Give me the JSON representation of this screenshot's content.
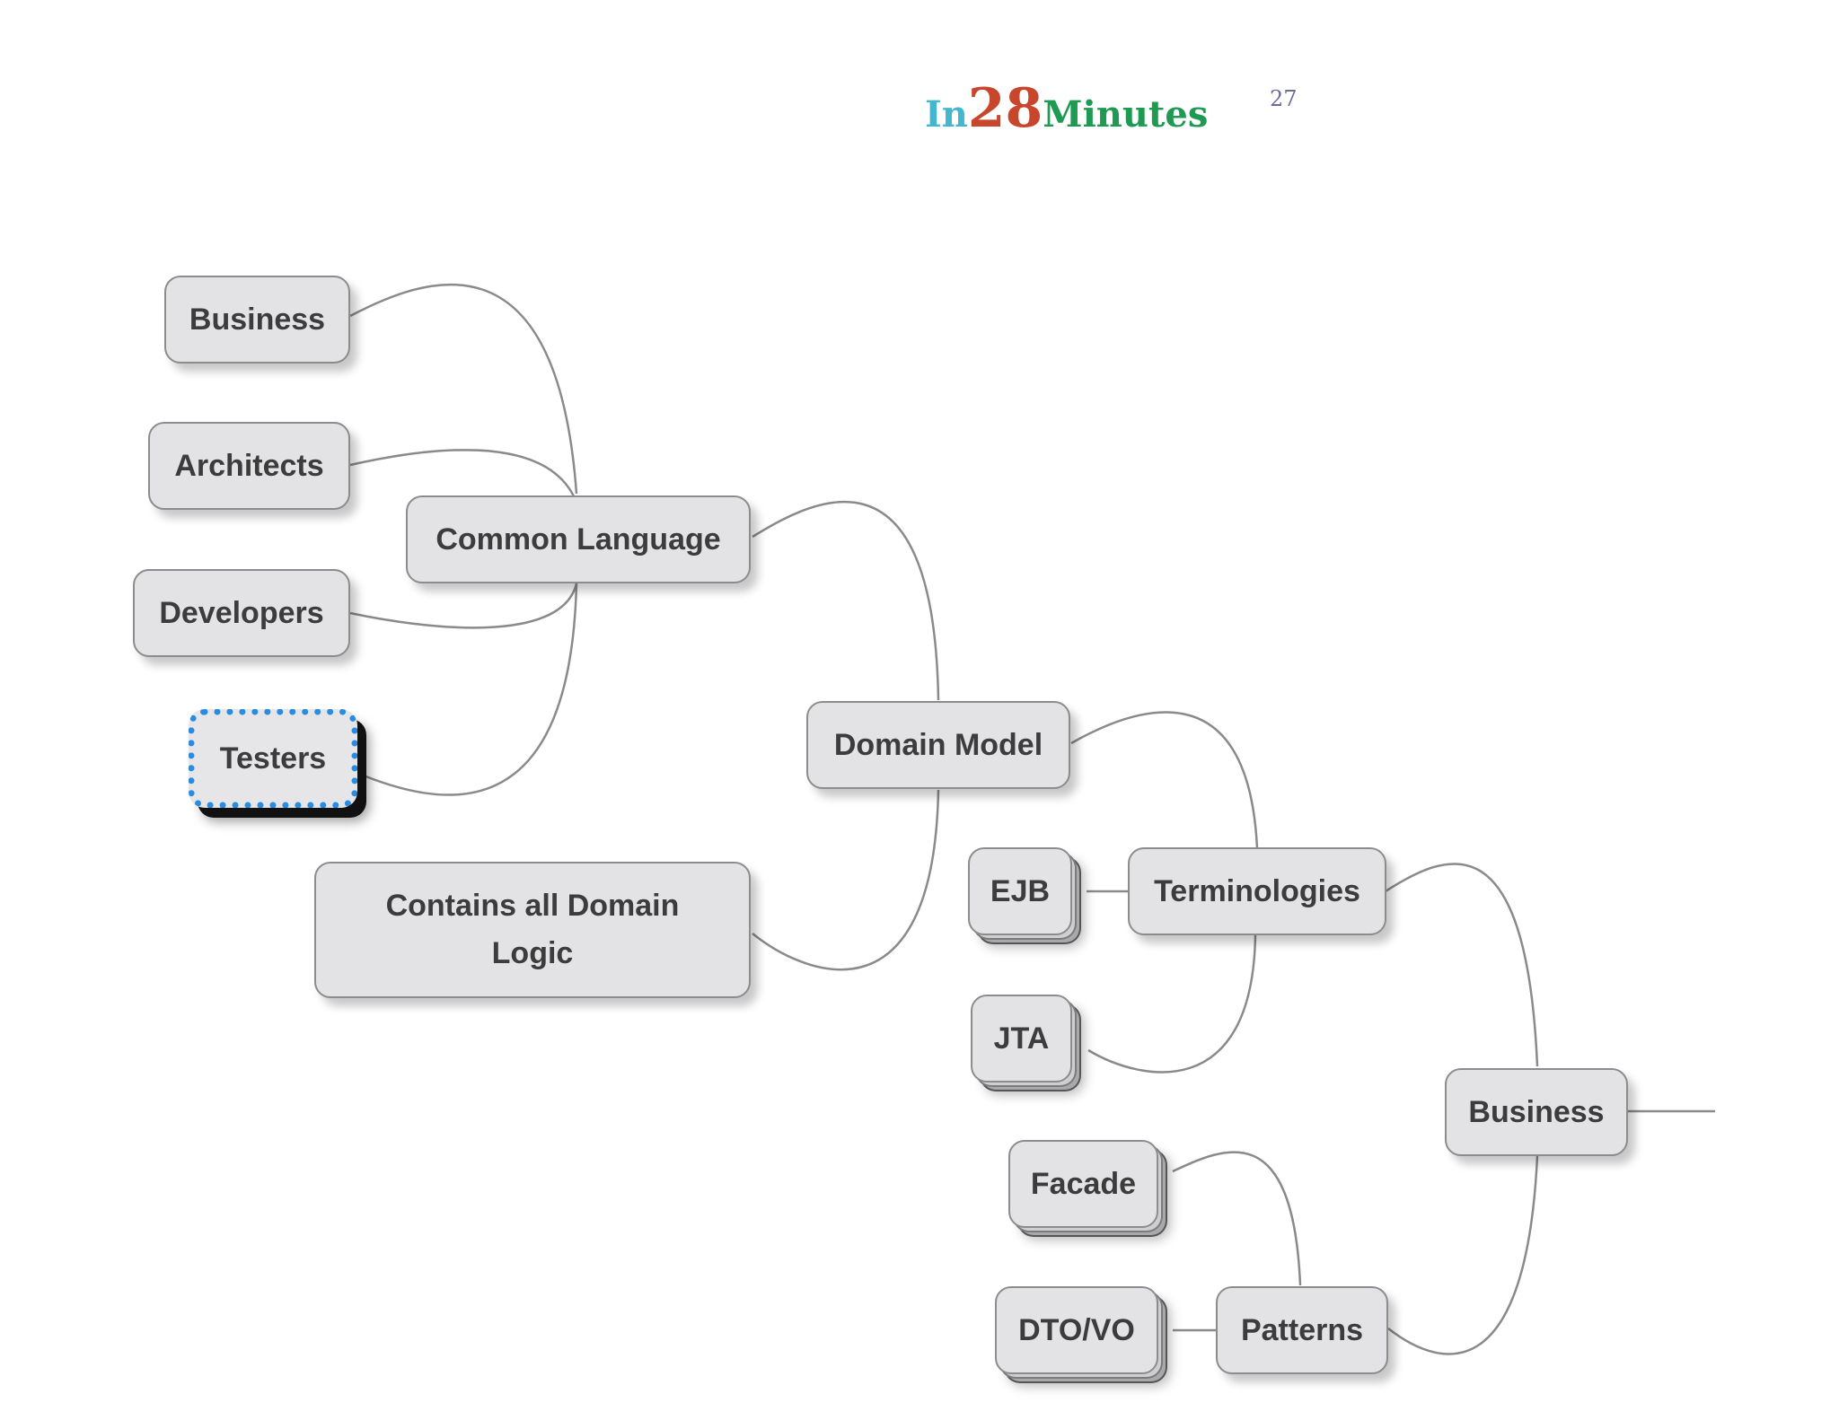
{
  "header": {
    "logo": {
      "part1": "In",
      "part2": "28",
      "part3": "Minutes"
    },
    "page_number": "27"
  },
  "colors": {
    "logo_in": "#45b6cf",
    "logo_28": "#c8462c",
    "logo_minutes": "#1e9a52",
    "node_fill": "#e3e3e5",
    "node_border": "#8c8c8c",
    "node_text": "#3c3c3c",
    "connector": "#8a8a8a",
    "selection": "#2a8ce0"
  },
  "mindmap": {
    "nodes": {
      "business_left": "Business",
      "architects": "Architects",
      "common_language": "Common Language",
      "developers": "Developers",
      "testers": "Testers",
      "domain_model": "Domain Model",
      "contains_domain_logic": "Contains all Domain Logic",
      "ejb": "EJB",
      "terminologies": "Terminologies",
      "jta": "JTA",
      "business_right": "Business",
      "facade": "Facade",
      "dto_vo": "DTO/VO",
      "patterns": "Patterns"
    },
    "selected_node": "Testers"
  }
}
